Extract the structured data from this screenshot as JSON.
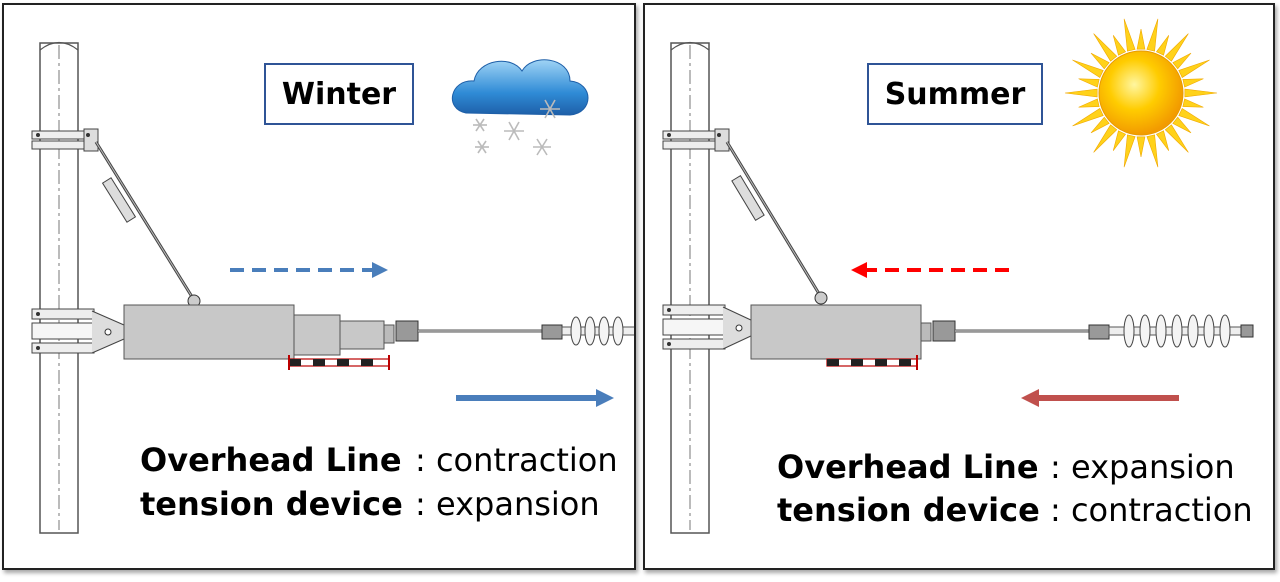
{
  "panels": {
    "winter": {
      "season": "Winter",
      "weather_icon": "snow-cloud-icon",
      "lines": [
        {
          "label": "Overhead Line",
          "value": ": contraction"
        },
        {
          "label": "tension device",
          "value": ": expansion"
        }
      ],
      "arrow_color": "#4a7ebb",
      "direction": "right"
    },
    "summer": {
      "season": "Summer",
      "weather_icon": "sun-icon",
      "lines": [
        {
          "label": "Overhead Line",
          "value": ": expansion"
        },
        {
          "label": "tension device",
          "value": ": contraction"
        }
      ],
      "arrow_color": "#c0504d",
      "dashed_arrow_color": "#ff0000",
      "direction": "left"
    }
  },
  "colors": {
    "box_border": "#2f5496",
    "device": "#c8c8c8",
    "pole": "#ffffff"
  }
}
